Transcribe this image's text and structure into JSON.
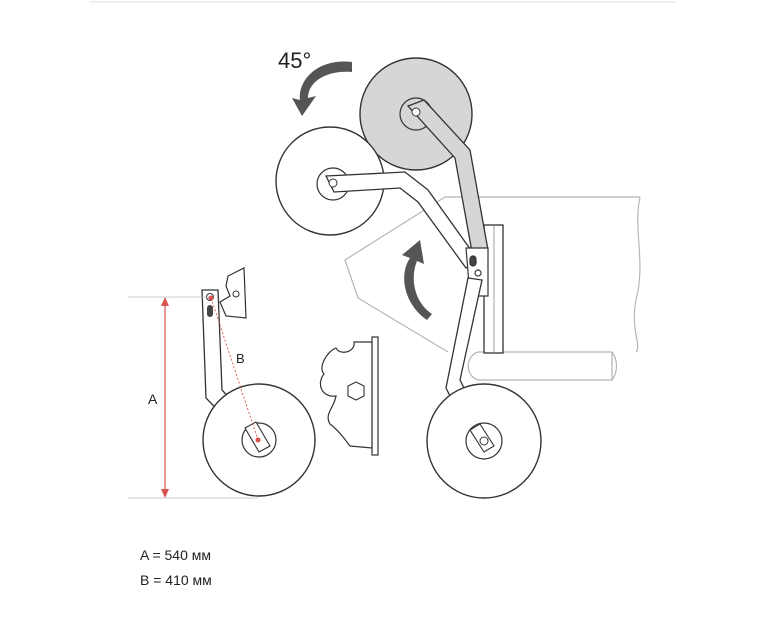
{
  "diagram": {
    "angle_label": "45°",
    "label_a": "A",
    "label_b": "B"
  },
  "legend": {
    "line_a": "A = 540 мм",
    "line_b": "B = 410 мм"
  },
  "colors": {
    "stroke": "#333333",
    "light_stroke": "#9a9a9a",
    "wheel_fill": "#ffffff",
    "wheel_raised_fill": "#d6d6d6",
    "arrow_fill": "#555555",
    "dimension_red": "#d9534f"
  }
}
